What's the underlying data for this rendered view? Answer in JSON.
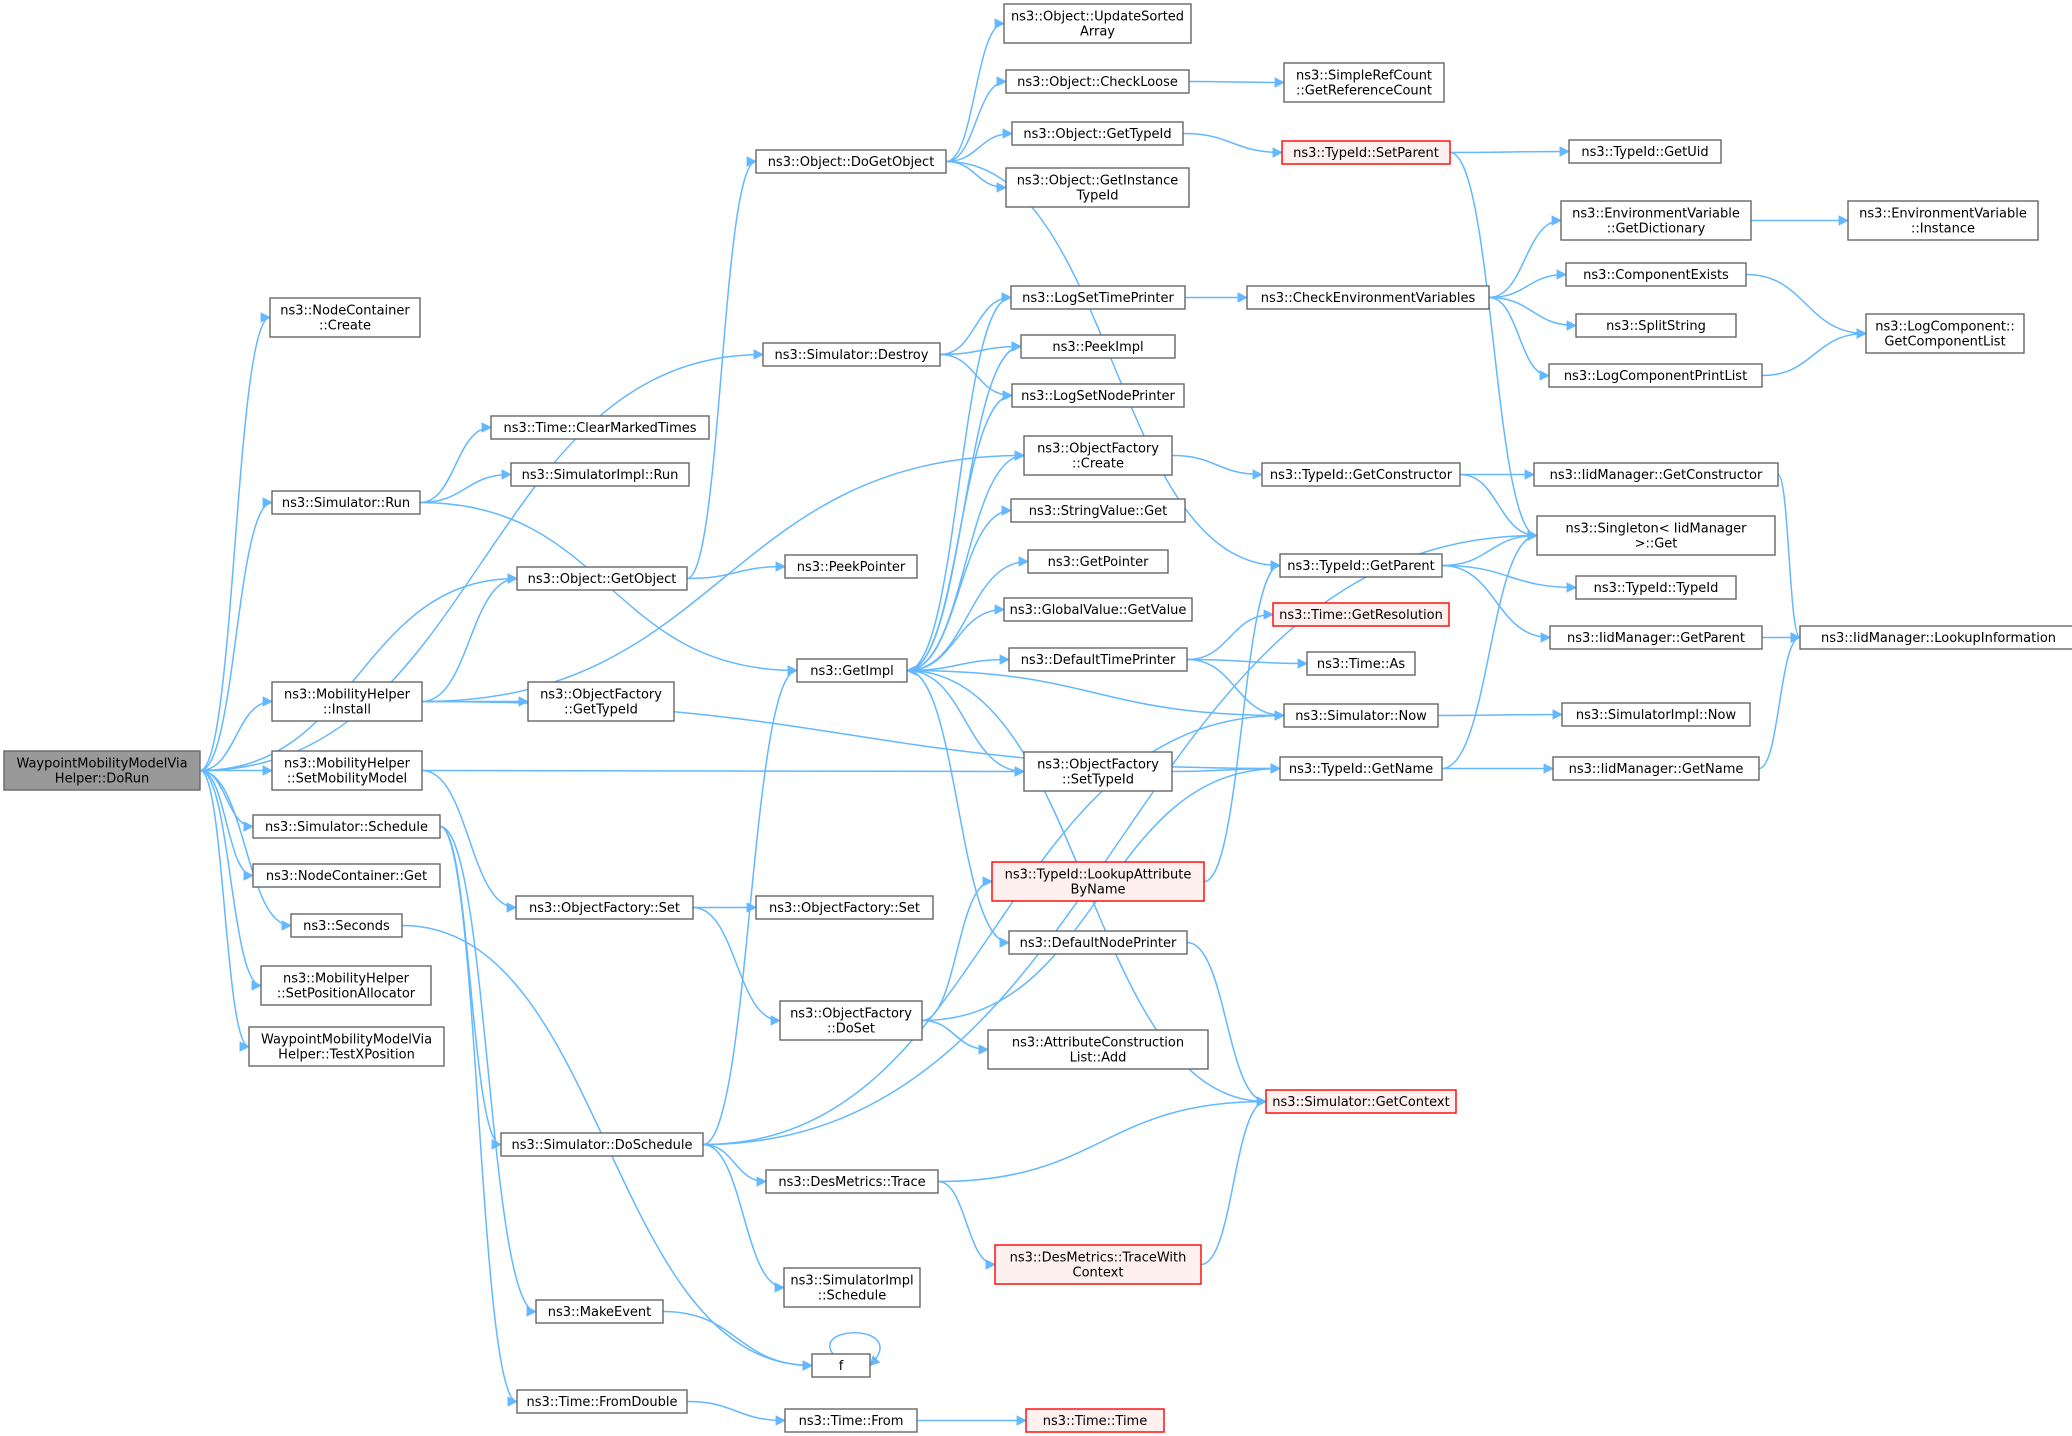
{
  "colors": {
    "edge": "#63b8ff",
    "node_fill": "#ffffff",
    "node_stroke": "#666666",
    "root_fill": "#999999",
    "red_fill": "#fff0f0",
    "red_stroke": "#ff0000"
  },
  "nodes": [
    {
      "id": "root",
      "lines": [
        "WaypointMobilityModelVia",
        "Helper::DoRun"
      ],
      "style": "root"
    },
    {
      "id": "nc_create",
      "lines": [
        "ns3::NodeContainer",
        "::Create"
      ]
    },
    {
      "id": "sim_destroy",
      "lines": [
        "ns3::Simulator::Destroy"
      ]
    },
    {
      "id": "time_clear",
      "lines": [
        "ns3::Time::ClearMarkedTimes"
      ]
    },
    {
      "id": "sim_run",
      "lines": [
        "ns3::Simulator::Run"
      ]
    },
    {
      "id": "simimpl_run",
      "lines": [
        "ns3::SimulatorImpl::Run"
      ]
    },
    {
      "id": "obj_getobject",
      "lines": [
        "ns3::Object::GetObject"
      ]
    },
    {
      "id": "mob_install",
      "lines": [
        "ns3::MobilityHelper",
        "::Install"
      ]
    },
    {
      "id": "of_gettypeid",
      "lines": [
        "ns3::ObjectFactory",
        "::GetTypeId"
      ]
    },
    {
      "id": "mob_setmodel",
      "lines": [
        "ns3::MobilityHelper",
        "::SetMobilityModel"
      ]
    },
    {
      "id": "sim_schedule",
      "lines": [
        "ns3::Simulator::Schedule"
      ]
    },
    {
      "id": "nc_get",
      "lines": [
        "ns3::NodeContainer::Get"
      ]
    },
    {
      "id": "seconds",
      "lines": [
        "ns3::Seconds"
      ]
    },
    {
      "id": "mob_setpos",
      "lines": [
        "ns3::MobilityHelper",
        "::SetPositionAllocator"
      ]
    },
    {
      "id": "testx",
      "lines": [
        "WaypointMobilityModelVia",
        "Helper::TestXPosition"
      ]
    },
    {
      "id": "obj_dogetobject",
      "lines": [
        "ns3::Object::DoGetObject"
      ]
    },
    {
      "id": "peekpointer",
      "lines": [
        "ns3::PeekPointer"
      ]
    },
    {
      "id": "getimpl",
      "lines": [
        "ns3::GetImpl"
      ]
    },
    {
      "id": "of_set",
      "lines": [
        "ns3::ObjectFactory::Set"
      ]
    },
    {
      "id": "of_set2",
      "lines": [
        "ns3::ObjectFactory::Set"
      ]
    },
    {
      "id": "of_doset",
      "lines": [
        "ns3::ObjectFactory",
        "::DoSet"
      ]
    },
    {
      "id": "sim_doschedule",
      "lines": [
        "ns3::Simulator::DoSchedule"
      ]
    },
    {
      "id": "desm_trace",
      "lines": [
        "ns3::DesMetrics::Trace"
      ]
    },
    {
      "id": "simimpl_schedule",
      "lines": [
        "ns3::SimulatorImpl",
        "::Schedule"
      ]
    },
    {
      "id": "makeevent",
      "lines": [
        "ns3::MakeEvent"
      ]
    },
    {
      "id": "f",
      "lines": [
        "f"
      ]
    },
    {
      "id": "time_fromdouble",
      "lines": [
        "ns3::Time::FromDouble"
      ]
    },
    {
      "id": "time_from",
      "lines": [
        "ns3::Time::From"
      ]
    },
    {
      "id": "time_time",
      "lines": [
        "ns3::Time::Time"
      ],
      "style": "red"
    },
    {
      "id": "obj_update",
      "lines": [
        "ns3::Object::UpdateSorted",
        "Array"
      ]
    },
    {
      "id": "obj_checkloose",
      "lines": [
        "ns3::Object::CheckLoose"
      ]
    },
    {
      "id": "simplerefcount",
      "lines": [
        "ns3::SimpleRefCount",
        "::GetReferenceCount"
      ]
    },
    {
      "id": "obj_gettypeid",
      "lines": [
        "ns3::Object::GetTypeId"
      ]
    },
    {
      "id": "typeid_setparent",
      "lines": [
        "ns3::TypeId::SetParent"
      ],
      "style": "red"
    },
    {
      "id": "typeid_getuid",
      "lines": [
        "ns3::TypeId::GetUid"
      ]
    },
    {
      "id": "obj_getinstance",
      "lines": [
        "ns3::Object::GetInstance",
        "TypeId"
      ]
    },
    {
      "id": "logsettime",
      "lines": [
        "ns3::LogSetTimePrinter"
      ]
    },
    {
      "id": "peekimpl",
      "lines": [
        "ns3::PeekImpl"
      ]
    },
    {
      "id": "logsetnode",
      "lines": [
        "ns3::LogSetNodePrinter"
      ]
    },
    {
      "id": "of_create",
      "lines": [
        "ns3::ObjectFactory",
        "::Create"
      ]
    },
    {
      "id": "stringvalue_get",
      "lines": [
        "ns3::StringValue::Get"
      ]
    },
    {
      "id": "getpointer",
      "lines": [
        "ns3::GetPointer"
      ]
    },
    {
      "id": "gv_getvalue",
      "lines": [
        "ns3::GlobalValue::GetValue"
      ]
    },
    {
      "id": "deftimeprinter",
      "lines": [
        "ns3::DefaultTimePrinter"
      ]
    },
    {
      "id": "of_settypeid",
      "lines": [
        "ns3::ObjectFactory",
        "::SetTypeId"
      ]
    },
    {
      "id": "typeid_lookupattr",
      "lines": [
        "ns3::TypeId::LookupAttribute",
        "ByName"
      ],
      "style": "red"
    },
    {
      "id": "defnodeprinter",
      "lines": [
        "ns3::DefaultNodePrinter"
      ]
    },
    {
      "id": "attrconstr_add",
      "lines": [
        "ns3::AttributeConstruction",
        "List::Add"
      ]
    },
    {
      "id": "desm_tracewith",
      "lines": [
        "ns3::DesMetrics::TraceWith",
        "Context"
      ],
      "style": "red"
    },
    {
      "id": "checkenv",
      "lines": [
        "ns3::CheckEnvironmentVariables"
      ]
    },
    {
      "id": "typeid_getconstructor",
      "lines": [
        "ns3::TypeId::GetConstructor"
      ]
    },
    {
      "id": "typeid_getparent",
      "lines": [
        "ns3::TypeId::GetParent"
      ]
    },
    {
      "id": "time_getres",
      "lines": [
        "ns3::Time::GetResolution"
      ],
      "style": "red"
    },
    {
      "id": "time_as",
      "lines": [
        "ns3::Time::As"
      ]
    },
    {
      "id": "sim_now",
      "lines": [
        "ns3::Simulator::Now"
      ]
    },
    {
      "id": "typeid_getname",
      "lines": [
        "ns3::TypeId::GetName"
      ]
    },
    {
      "id": "sim_getcontext",
      "lines": [
        "ns3::Simulator::GetContext"
      ],
      "style": "red"
    },
    {
      "id": "envvar_getdict",
      "lines": [
        "ns3::EnvironmentVariable",
        "::GetDictionary"
      ]
    },
    {
      "id": "envvar_instance",
      "lines": [
        "ns3::EnvironmentVariable",
        "::Instance"
      ]
    },
    {
      "id": "compexists",
      "lines": [
        "ns3::ComponentExists"
      ]
    },
    {
      "id": "splitstring",
      "lines": [
        "ns3::SplitString"
      ]
    },
    {
      "id": "logcompprint",
      "lines": [
        "ns3::LogComponentPrintList"
      ]
    },
    {
      "id": "logcomp_getlist",
      "lines": [
        "ns3::LogComponent::",
        "GetComponentList"
      ]
    },
    {
      "id": "iid_getconstructor",
      "lines": [
        "ns3::IidManager::GetConstructor"
      ]
    },
    {
      "id": "singleton_get",
      "lines": [
        "ns3::Singleton< IidManager",
        ">::Get"
      ]
    },
    {
      "id": "typeid_typeid",
      "lines": [
        "ns3::TypeId::TypeId"
      ]
    },
    {
      "id": "iid_getparent",
      "lines": [
        "ns3::IidManager::GetParent"
      ]
    },
    {
      "id": "iid_lookupinfo",
      "lines": [
        "ns3::IidManager::LookupInformation"
      ]
    },
    {
      "id": "simimpl_now",
      "lines": [
        "ns3::SimulatorImpl::Now"
      ]
    },
    {
      "id": "iid_getname",
      "lines": [
        "ns3::IidManager::GetName"
      ]
    }
  ],
  "edges": [
    [
      "root",
      "nc_create"
    ],
    [
      "root",
      "sim_destroy"
    ],
    [
      "root",
      "sim_run"
    ],
    [
      "root",
      "obj_getobject"
    ],
    [
      "root",
      "mob_install"
    ],
    [
      "root",
      "mob_setmodel"
    ],
    [
      "root",
      "sim_schedule"
    ],
    [
      "root",
      "nc_get"
    ],
    [
      "root",
      "seconds"
    ],
    [
      "root",
      "mob_setpos"
    ],
    [
      "root",
      "testx"
    ],
    [
      "sim_destroy",
      "logsettime"
    ],
    [
      "sim_destroy",
      "peekimpl"
    ],
    [
      "sim_destroy",
      "logsetnode"
    ],
    [
      "sim_run",
      "time_clear"
    ],
    [
      "sim_run",
      "simimpl_run"
    ],
    [
      "sim_run",
      "getimpl"
    ],
    [
      "obj_getobject",
      "obj_dogetobject"
    ],
    [
      "obj_getobject",
      "peekpointer"
    ],
    [
      "mob_install",
      "obj_getobject"
    ],
    [
      "mob_install",
      "of_gettypeid"
    ],
    [
      "mob_install",
      "of_create"
    ],
    [
      "mob_install",
      "typeid_getname"
    ],
    [
      "mob_setmodel",
      "of_settypeid"
    ],
    [
      "mob_setmodel",
      "of_set"
    ],
    [
      "sim_schedule",
      "sim_doschedule"
    ],
    [
      "sim_schedule",
      "makeevent"
    ],
    [
      "sim_schedule",
      "time_fromdouble"
    ],
    [
      "seconds",
      "f"
    ],
    [
      "obj_dogetobject",
      "obj_update"
    ],
    [
      "obj_dogetobject",
      "obj_checkloose"
    ],
    [
      "obj_dogetobject",
      "obj_gettypeid"
    ],
    [
      "obj_dogetobject",
      "obj_getinstance"
    ],
    [
      "obj_dogetobject",
      "typeid_getparent"
    ],
    [
      "obj_checkloose",
      "simplerefcount"
    ],
    [
      "obj_gettypeid",
      "typeid_setparent"
    ],
    [
      "typeid_setparent",
      "typeid_getuid"
    ],
    [
      "typeid_setparent",
      "singleton_get"
    ],
    [
      "getimpl",
      "logsettime"
    ],
    [
      "getimpl",
      "peekimpl"
    ],
    [
      "getimpl",
      "logsetnode"
    ],
    [
      "getimpl",
      "of_create"
    ],
    [
      "getimpl",
      "stringvalue_get"
    ],
    [
      "getimpl",
      "getpointer"
    ],
    [
      "getimpl",
      "gv_getvalue"
    ],
    [
      "getimpl",
      "deftimeprinter"
    ],
    [
      "getimpl",
      "of_settypeid"
    ],
    [
      "getimpl",
      "defnodeprinter"
    ],
    [
      "of_set",
      "of_set2"
    ],
    [
      "of_set",
      "of_doset"
    ],
    [
      "of_doset",
      "typeid_lookupattr"
    ],
    [
      "of_doset",
      "attrconstr_add"
    ],
    [
      "of_doset",
      "typeid_getname"
    ],
    [
      "sim_doschedule",
      "getimpl"
    ],
    [
      "sim_doschedule",
      "desm_trace"
    ],
    [
      "sim_doschedule",
      "simimpl_schedule"
    ],
    [
      "sim_doschedule",
      "sim_now"
    ],
    [
      "sim_doschedule",
      "singleton_get"
    ],
    [
      "desm_trace",
      "sim_getcontext"
    ],
    [
      "desm_trace",
      "desm_tracewith"
    ],
    [
      "desm_tracewith",
      "sim_getcontext"
    ],
    [
      "makeevent",
      "f"
    ],
    [
      "f",
      "f"
    ],
    [
      "time_fromdouble",
      "time_from"
    ],
    [
      "time_from",
      "time_time"
    ],
    [
      "logsettime",
      "checkenv"
    ],
    [
      "of_create",
      "typeid_getconstructor"
    ],
    [
      "deftimeprinter",
      "time_getres"
    ],
    [
      "deftimeprinter",
      "time_as"
    ],
    [
      "deftimeprinter",
      "sim_now"
    ],
    [
      "of_settypeid",
      "typeid_getname"
    ],
    [
      "typeid_lookupattr",
      "typeid_getparent"
    ],
    [
      "defnodeprinter",
      "sim_getcontext"
    ],
    [
      "sim_getcontext",
      "getimpl"
    ],
    [
      "sim_now",
      "getimpl"
    ],
    [
      "sim_now",
      "simimpl_now"
    ],
    [
      "checkenv",
      "envvar_getdict"
    ],
    [
      "checkenv",
      "compexists"
    ],
    [
      "checkenv",
      "splitstring"
    ],
    [
      "checkenv",
      "logcompprint"
    ],
    [
      "envvar_getdict",
      "envvar_instance"
    ],
    [
      "compexists",
      "logcomp_getlist"
    ],
    [
      "logcompprint",
      "logcomp_getlist"
    ],
    [
      "typeid_getconstructor",
      "iid_getconstructor"
    ],
    [
      "typeid_getconstructor",
      "singleton_get"
    ],
    [
      "typeid_getparent",
      "singleton_get"
    ],
    [
      "typeid_getparent",
      "typeid_typeid"
    ],
    [
      "typeid_getparent",
      "iid_getparent"
    ],
    [
      "typeid_getname",
      "singleton_get"
    ],
    [
      "typeid_getname",
      "iid_getname"
    ],
    [
      "iid_getconstructor",
      "iid_lookupinfo"
    ],
    [
      "iid_getparent",
      "iid_lookupinfo"
    ],
    [
      "iid_getname",
      "iid_lookupinfo"
    ]
  ]
}
